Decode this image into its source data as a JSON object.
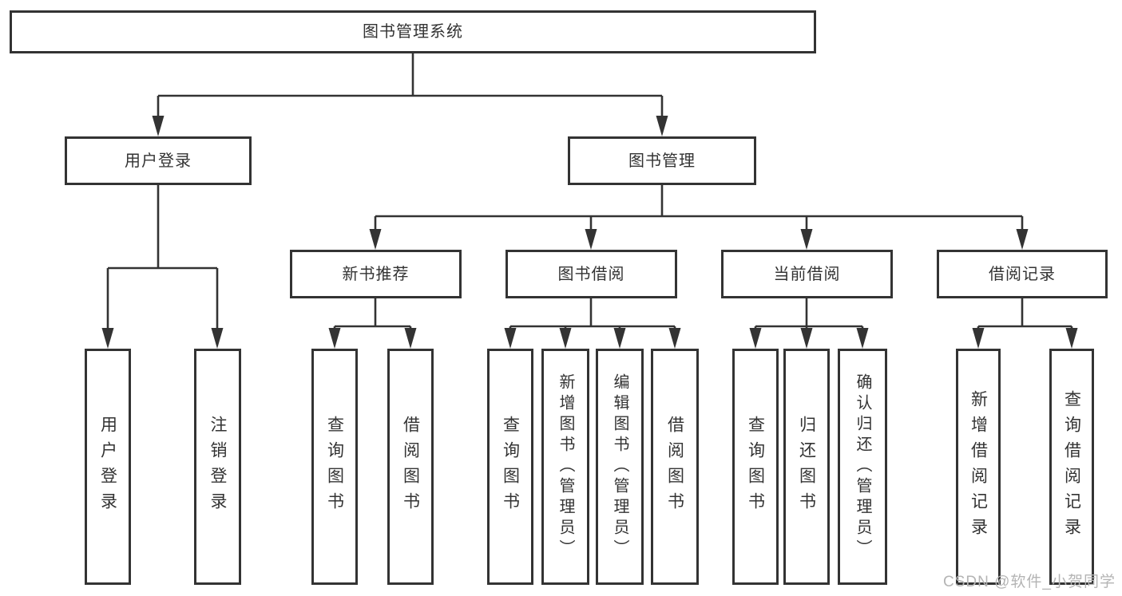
{
  "diagram": {
    "type": "tree",
    "title": "图书管理系统",
    "root": {
      "label": "图书管理系统",
      "children": [
        {
          "label": "用户登录",
          "children": [
            {
              "label": "用户登录"
            },
            {
              "label": "注销登录"
            }
          ]
        },
        {
          "label": "图书管理",
          "children": [
            {
              "label": "新书推荐",
              "children": [
                {
                  "label": "查询图书"
                },
                {
                  "label": "借阅图书"
                }
              ]
            },
            {
              "label": "图书借阅",
              "children": [
                {
                  "label": "查询图书"
                },
                {
                  "label": "新增图书（管理员）"
                },
                {
                  "label": "编辑图书（管理员）"
                },
                {
                  "label": "借阅图书"
                }
              ]
            },
            {
              "label": "当前借阅",
              "children": [
                {
                  "label": "查询图书"
                },
                {
                  "label": "归还图书"
                },
                {
                  "label": "确认归还（管理员）"
                }
              ]
            },
            {
              "label": "借阅记录",
              "children": [
                {
                  "label": "新增借阅记录"
                },
                {
                  "label": "查询借阅记录"
                }
              ]
            }
          ]
        }
      ]
    }
  },
  "watermark": {
    "text": "CSDN @软件_小贺同学"
  },
  "colors": {
    "line": "#333333",
    "text": "#333333",
    "background": "#ffffff",
    "watermark": "#b4b4b4"
  }
}
